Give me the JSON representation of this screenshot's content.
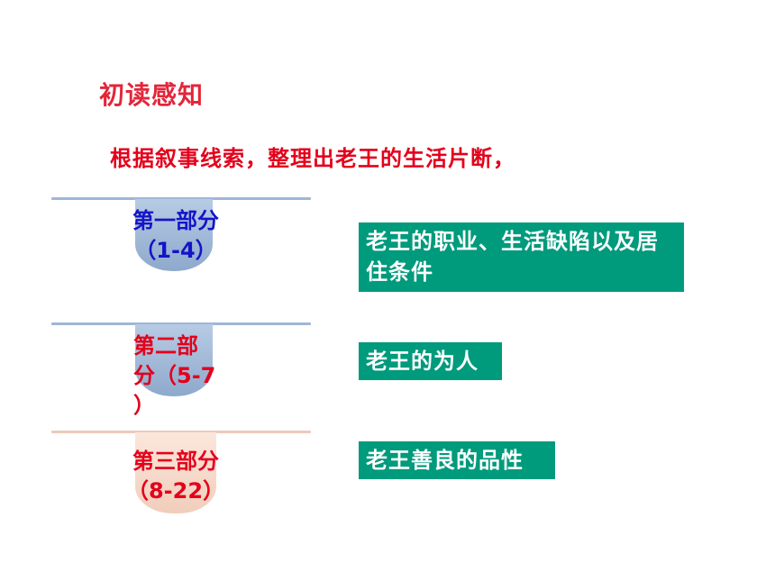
{
  "heading": "初读感知",
  "instruction": "根据叙事线索，整理出老王的生活片断，",
  "parts": [
    {
      "title": "第一部分",
      "range": "（1-4）",
      "summary": "老王的职业、生活缺陷以及居住条件",
      "title_color": "#1414c8",
      "tab_color": "#a9c1de"
    },
    {
      "title_line1": "第二部",
      "title_line2": "分（5-7",
      "title_line3": "）",
      "summary": "老王的为人",
      "title_color": "#e4001b",
      "tab_color": "#a9c1de"
    },
    {
      "title": "第三部分",
      "range": "（8-22）",
      "summary": "老王善良的品性",
      "title_color": "#e4001b",
      "tab_color": "#f6dccf"
    }
  ]
}
